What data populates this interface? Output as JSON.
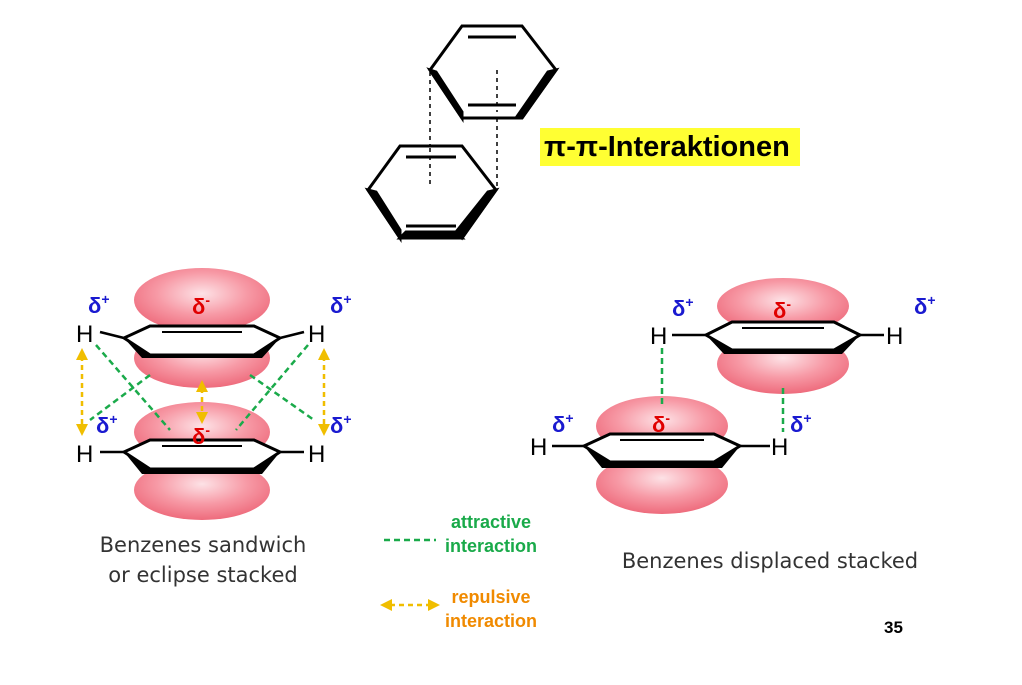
{
  "title": "π-π-Interaktionen",
  "labels": {
    "delta_plus": "δ",
    "delta_minus": "δ",
    "sup_plus": "+",
    "sup_minus": "-",
    "hydrogen": "H"
  },
  "captions": {
    "sandwich_line1": "Benzenes sandwich",
    "sandwich_line2": "or eclipse stacked",
    "displaced": "Benzenes displaced stacked"
  },
  "legend": {
    "attractive_line1": "attractive",
    "attractive_line2": "interaction",
    "repulsive_line1": "repulsive",
    "repulsive_line2": "interaction"
  },
  "page_number": "35",
  "colors": {
    "title_highlight": "#ffff33",
    "attractive": "#1aaa4a",
    "repulsive": "#f0be00",
    "repulsive_text": "#f08a00",
    "delta_plus": "#1a1ad0",
    "delta_minus": "#e00000",
    "orbital_fill": "#f47a88"
  }
}
